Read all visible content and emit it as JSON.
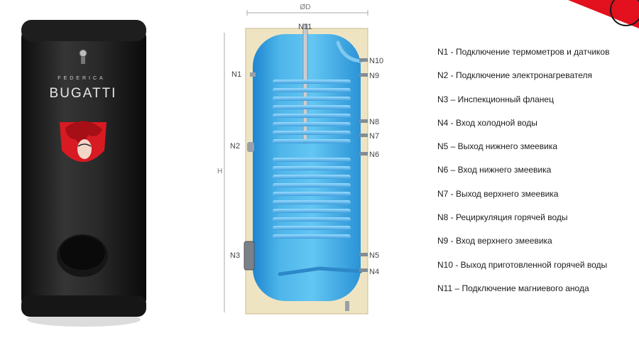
{
  "product": {
    "brand_top": "FEDERICA",
    "brand_main": "BUGATTI"
  },
  "diagram": {
    "diameter_label": "ØD",
    "height_label": "H",
    "connections": {
      "N1": "N1",
      "N2": "N2",
      "N3": "N3",
      "N4": "N4",
      "N5": "N5",
      "N6": "N6",
      "N7": "N7",
      "N8": "N8",
      "N9": "N9",
      "N10": "N10",
      "N11": "N11"
    }
  },
  "legend": [
    "N1 - Подключение термометров и датчиков",
    "N2 - Подключение электронагревателя",
    "N3 – Инспекционный фланец",
    "N4 - Вход холодной воды",
    "N5 – Выход нижнего змеевика",
    "N6 – Вход нижнего змеевика",
    "N7 - Выход верхнего змеевика",
    "N8 - Рециркуляция горячей воды",
    "N9 - Вход верхнего змеевика",
    "N10 - Выход приготовленной горячей воды",
    "N11 – Подключение магниевого анода"
  ]
}
